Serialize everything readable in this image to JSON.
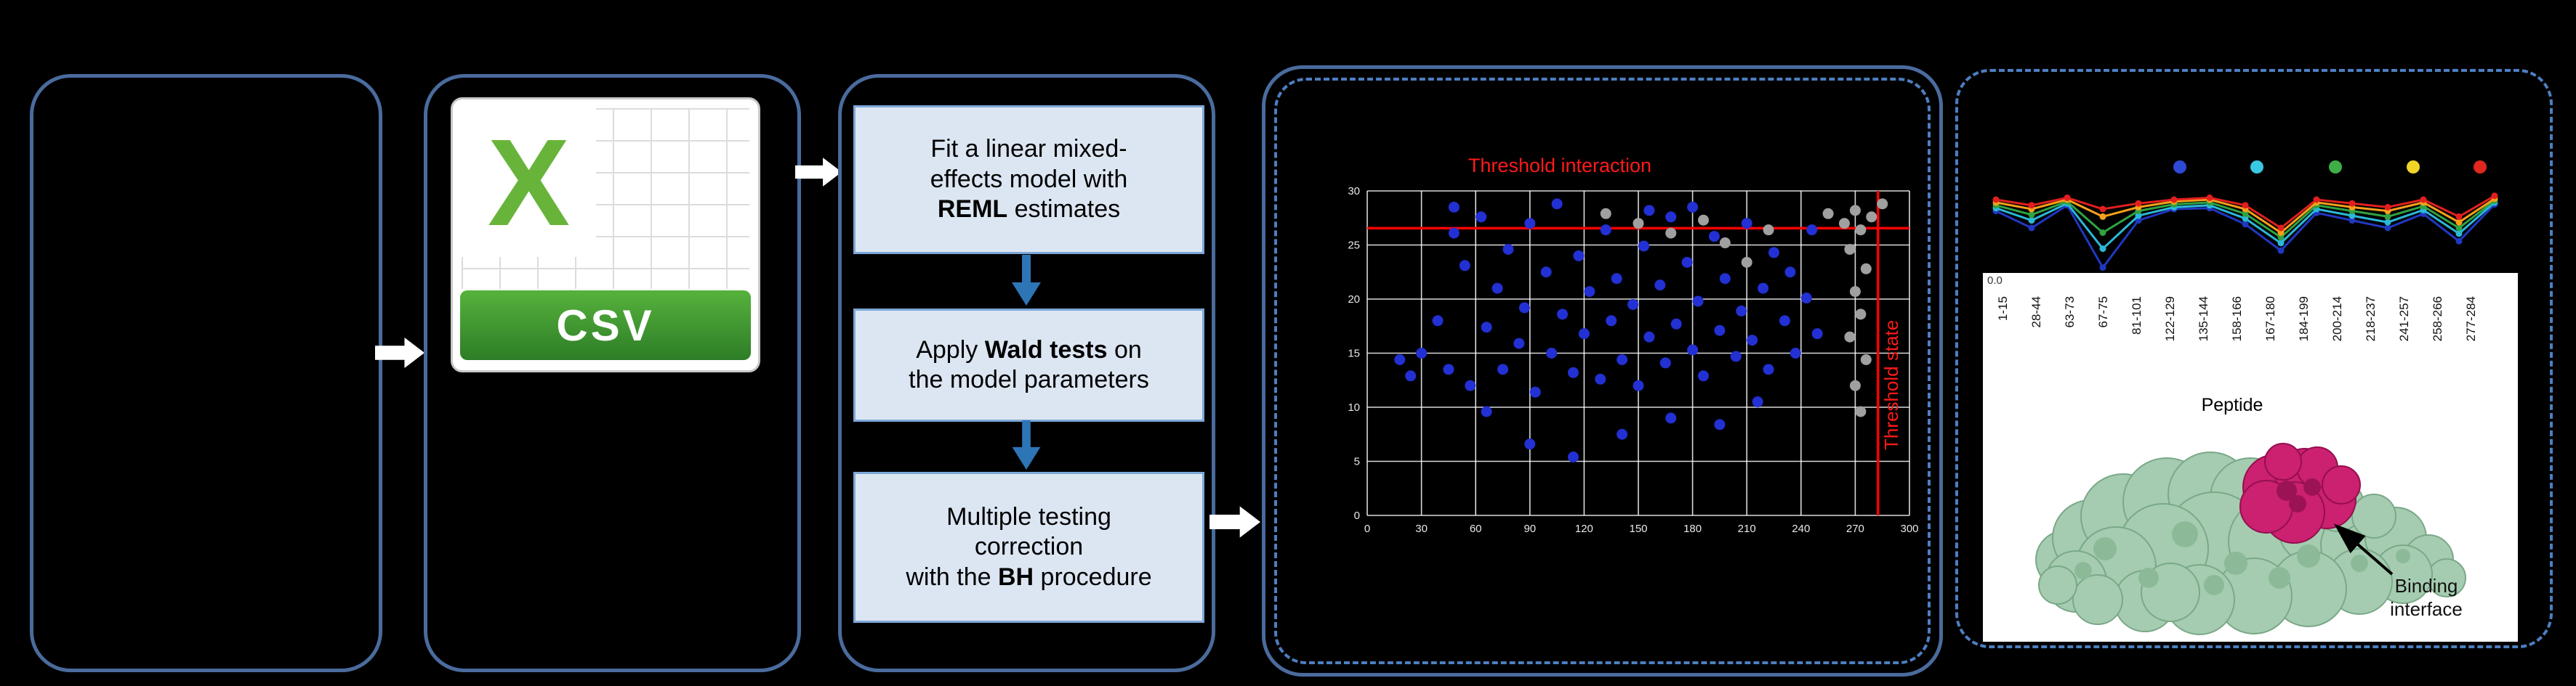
{
  "canvas": {
    "bg": "#000000"
  },
  "csv": {
    "letter": "X",
    "label": "CSV"
  },
  "steps": {
    "s1": {
      "line1": "Fit a linear mixed-",
      "line2": "effects model with",
      "line3_bold": "REML",
      "line3_rest": " estimates"
    },
    "s2": {
      "line1_pre": "Apply ",
      "line1_bold": "Wald tests",
      "line1_post": " on",
      "line2": "the model parameters"
    },
    "s3": {
      "line1": "Multiple testing",
      "line2": "correction",
      "line3_pre": "with the ",
      "line3_bold": "BH",
      "line3_post": " procedure"
    }
  },
  "scatter": {
    "title": "Threshold interaction",
    "right_label": "Threshold state",
    "x_ticks": [
      "0",
      "30",
      "60",
      "90",
      "120",
      "150",
      "180",
      "210",
      "240",
      "270",
      "300"
    ],
    "y_ticks": [
      "30",
      "25",
      "20",
      "15",
      "10",
      "5",
      "0"
    ],
    "hline_y": 0.115,
    "vline_x": 0.942,
    "point_colors": {
      "blue": "#2230d4",
      "gray": "#a0a0a0"
    },
    "threshold_color": "#ff0000",
    "blue_points": [
      [
        0.06,
        0.52
      ],
      [
        0.08,
        0.57
      ],
      [
        0.1,
        0.5
      ],
      [
        0.13,
        0.4
      ],
      [
        0.15,
        0.55
      ],
      [
        0.16,
        0.13
      ],
      [
        0.18,
        0.23
      ],
      [
        0.19,
        0.6
      ],
      [
        0.21,
        0.08
      ],
      [
        0.22,
        0.42
      ],
      [
        0.22,
        0.68
      ],
      [
        0.24,
        0.3
      ],
      [
        0.25,
        0.55
      ],
      [
        0.26,
        0.18
      ],
      [
        0.28,
        0.47
      ],
      [
        0.29,
        0.36
      ],
      [
        0.3,
        0.1
      ],
      [
        0.3,
        0.78
      ],
      [
        0.31,
        0.62
      ],
      [
        0.33,
        0.25
      ],
      [
        0.34,
        0.5
      ],
      [
        0.35,
        0.04
      ],
      [
        0.36,
        0.38
      ],
      [
        0.38,
        0.56
      ],
      [
        0.38,
        0.82
      ],
      [
        0.39,
        0.2
      ],
      [
        0.4,
        0.44
      ],
      [
        0.41,
        0.31
      ],
      [
        0.43,
        0.58
      ],
      [
        0.44,
        0.12
      ],
      [
        0.45,
        0.4
      ],
      [
        0.46,
        0.27
      ],
      [
        0.47,
        0.52
      ],
      [
        0.47,
        0.75
      ],
      [
        0.49,
        0.35
      ],
      [
        0.5,
        0.6
      ],
      [
        0.51,
        0.17
      ],
      [
        0.52,
        0.06
      ],
      [
        0.52,
        0.45
      ],
      [
        0.54,
        0.29
      ],
      [
        0.55,
        0.53
      ],
      [
        0.56,
        0.08
      ],
      [
        0.56,
        0.7
      ],
      [
        0.57,
        0.41
      ],
      [
        0.59,
        0.22
      ],
      [
        0.6,
        0.49
      ],
      [
        0.61,
        0.34
      ],
      [
        0.62,
        0.57
      ],
      [
        0.64,
        0.14
      ],
      [
        0.65,
        0.43
      ],
      [
        0.65,
        0.72
      ],
      [
        0.66,
        0.27
      ],
      [
        0.68,
        0.51
      ],
      [
        0.69,
        0.37
      ],
      [
        0.7,
        0.1
      ],
      [
        0.71,
        0.46
      ],
      [
        0.73,
        0.3
      ],
      [
        0.74,
        0.55
      ],
      [
        0.75,
        0.19
      ],
      [
        0.77,
        0.4
      ],
      [
        0.78,
        0.25
      ],
      [
        0.79,
        0.5
      ],
      [
        0.81,
        0.33
      ],
      [
        0.82,
        0.12
      ],
      [
        0.83,
        0.44
      ],
      [
        0.16,
        0.05
      ],
      [
        0.6,
        0.05
      ],
      [
        0.72,
        0.65
      ]
    ],
    "gray_points": [
      [
        0.44,
        0.07
      ],
      [
        0.5,
        0.1
      ],
      [
        0.56,
        0.13
      ],
      [
        0.62,
        0.09
      ],
      [
        0.66,
        0.16
      ],
      [
        0.7,
        0.22
      ],
      [
        0.74,
        0.12
      ],
      [
        0.85,
        0.07
      ],
      [
        0.88,
        0.1
      ],
      [
        0.93,
        0.08
      ],
      [
        0.95,
        0.04
      ],
      [
        0.9,
        0.06
      ],
      [
        0.91,
        0.12
      ],
      [
        0.89,
        0.18
      ],
      [
        0.92,
        0.24
      ],
      [
        0.9,
        0.31
      ],
      [
        0.91,
        0.38
      ],
      [
        0.89,
        0.45
      ],
      [
        0.92,
        0.52
      ],
      [
        0.9,
        0.6
      ],
      [
        0.91,
        0.68
      ]
    ]
  },
  "profile": {
    "legend_dots": [
      "#2d49d6",
      "#39c8e3",
      "#3fae47",
      "#f2d428",
      "#e0281e"
    ],
    "series": [
      {
        "color": "#2038c0",
        "values": [
          0.68,
          0.5,
          0.74,
          0.08,
          0.58,
          0.7,
          0.71,
          0.54,
          0.26,
          0.66,
          0.58,
          0.5,
          0.65,
          0.36,
          0.75
        ]
      },
      {
        "color": "#2bb8d8",
        "values": [
          0.71,
          0.58,
          0.76,
          0.28,
          0.63,
          0.72,
          0.74,
          0.6,
          0.34,
          0.7,
          0.63,
          0.56,
          0.69,
          0.44,
          0.77
        ]
      },
      {
        "color": "#2fa342",
        "values": [
          0.74,
          0.64,
          0.78,
          0.45,
          0.68,
          0.75,
          0.77,
          0.65,
          0.4,
          0.74,
          0.68,
          0.62,
          0.73,
          0.5,
          0.79
        ]
      },
      {
        "color": "#f6a01a",
        "values": [
          0.77,
          0.7,
          0.8,
          0.62,
          0.72,
          0.78,
          0.8,
          0.7,
          0.45,
          0.77,
          0.72,
          0.68,
          0.77,
          0.56,
          0.81
        ]
      },
      {
        "color": "#e21f1f",
        "values": [
          0.8,
          0.74,
          0.82,
          0.7,
          0.76,
          0.8,
          0.82,
          0.74,
          0.5,
          0.8,
          0.76,
          0.72,
          0.8,
          0.62,
          0.84
        ]
      }
    ],
    "x_labels": [
      "1-15",
      "28-44",
      "63-73",
      "67-75",
      "81-101",
      "122-129",
      "135-144",
      "158-166",
      "167-180",
      "184-199",
      "200-214",
      "218-237",
      "241-257",
      "258-266",
      "277-284"
    ],
    "y_tick": "0.0",
    "xlabel": "Peptide"
  },
  "protein": {
    "label1": "Binding",
    "label2": "interface"
  }
}
